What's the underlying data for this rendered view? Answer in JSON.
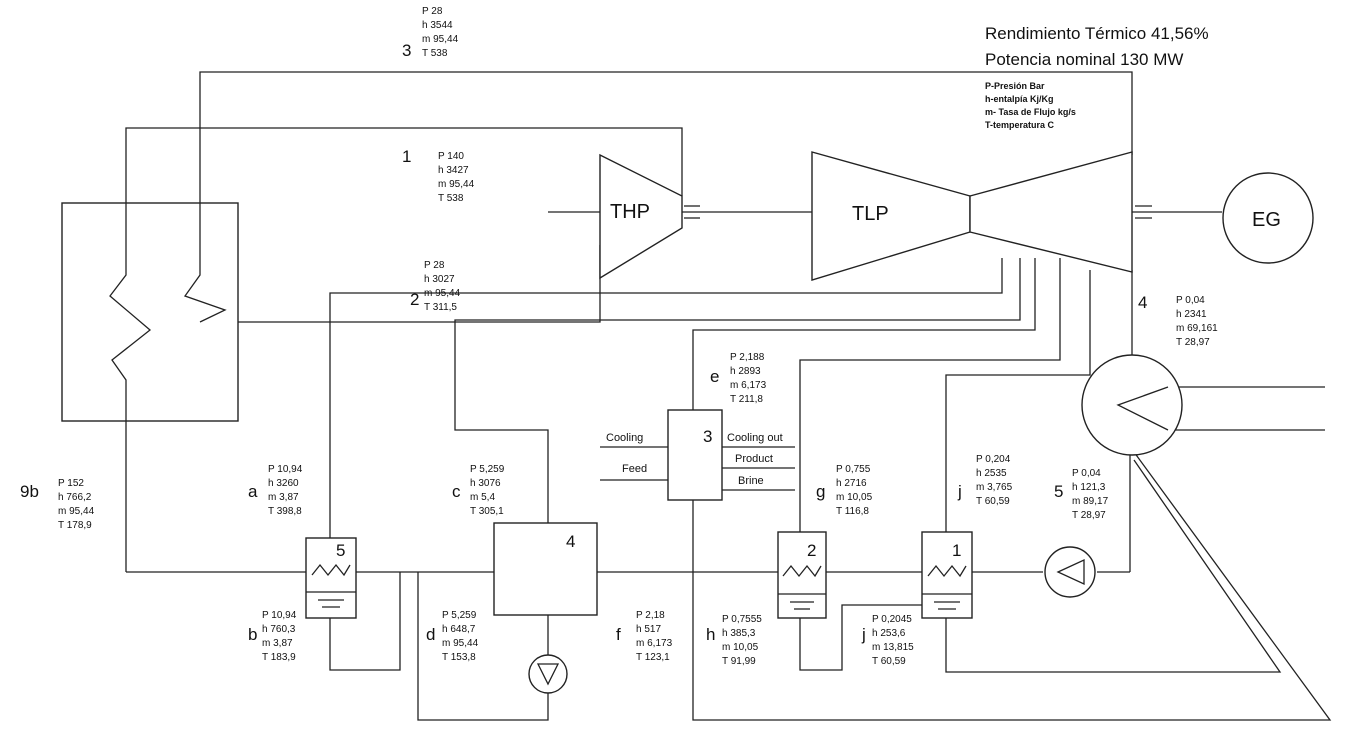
{
  "header": {
    "efficiency": "Rendimiento Térmico  41,56%",
    "power": "Potencia nominal 130 MW"
  },
  "legend": [
    "P-Presión Bar",
    "h-entalpía Kj/Kg",
    "m- Tasa de Flujo kg/s",
    "T-temperatura C"
  ],
  "equipment": {
    "thp": "THP",
    "tlp": "TLP",
    "eg": "EG",
    "desal": "3",
    "fwh5": "5",
    "fwh4": "4",
    "fwh2": "2",
    "fwh1": "1"
  },
  "desal_labels": {
    "cooling": "Cooling",
    "feed": "Feed",
    "cooling_out": "Cooling out",
    "product": "Product",
    "brine": "Brine"
  },
  "points": {
    "p3": {
      "label": "3",
      "lines": [
        "P 28",
        "h 3544",
        "m 95,44",
        "T 538"
      ]
    },
    "p1": {
      "label": "1",
      "lines": [
        "P 140",
        "h 3427",
        "m 95,44",
        "T  538"
      ]
    },
    "p2": {
      "label": "2",
      "lines": [
        "P 28",
        "h 3027",
        "m 95,44",
        "T 311,5"
      ]
    },
    "p4": {
      "label": "4",
      "lines": [
        "P 0,04",
        "h 2341",
        "m 69,161",
        "T 28,97"
      ]
    },
    "pe": {
      "label": "e",
      "lines": [
        "P 2,188",
        "h 2893",
        "m 6,173",
        "T 211,8"
      ]
    },
    "pa": {
      "label": "a",
      "lines": [
        "P 10,94",
        "h 3260",
        "m 3,87",
        "T 398,8"
      ]
    },
    "pc": {
      "label": "c",
      "lines": [
        "P 5,259",
        "h 3076",
        "m 5,4",
        "T 305,1"
      ]
    },
    "pg": {
      "label": "g",
      "lines": [
        "P 0,755",
        "h 2716",
        "m 10,05",
        "T 116,8"
      ]
    },
    "pj": {
      "label": "j",
      "lines": [
        "P 0,204",
        "h 2535",
        "m 3,765",
        "T 60,59"
      ]
    },
    "p5": {
      "label": "5",
      "lines": [
        "P 0,04",
        "h 121,3",
        "m 89,17",
        "T 28,97"
      ]
    },
    "p9b": {
      "label": "9b",
      "lines": [
        "P 152",
        "h 766,2",
        "m 95,44",
        "T 178,9"
      ]
    },
    "pb": {
      "label": "b",
      "lines": [
        "P 10,94",
        "h 760,3",
        "m 3,87",
        "T 183,9"
      ]
    },
    "pd": {
      "label": "d",
      "lines": [
        "P 5,259",
        "h 648,7",
        "m 95,44",
        "T 153,8"
      ]
    },
    "pf": {
      "label": "f",
      "lines": [
        "P 2,18",
        "h 517",
        "m 6,173",
        "T 123,1"
      ]
    },
    "ph": {
      "label": "h",
      "lines": [
        "P 0,7555",
        "h 385,3",
        "m 10,05",
        "T 91,99"
      ]
    },
    "pj2": {
      "label": "j",
      "lines": [
        "P 0,2045",
        "h 253,6",
        "m 13,815",
        "T 60,59"
      ]
    }
  }
}
